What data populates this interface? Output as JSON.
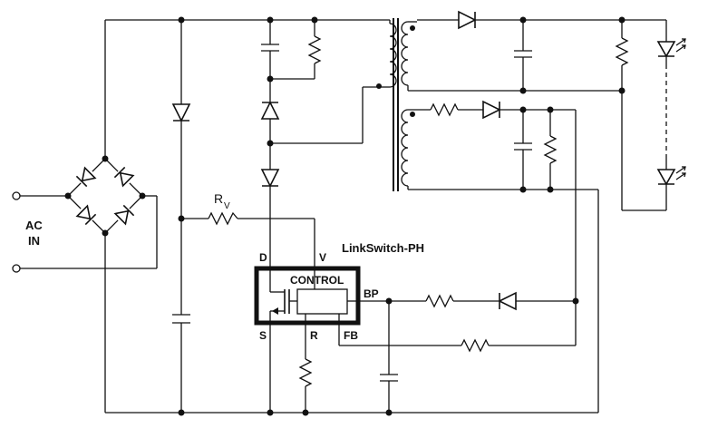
{
  "labels": {
    "ac_in_line1": "AC",
    "ac_in_line2": "IN",
    "rv_main": "R",
    "rv_sub": "V",
    "ic_name": "LinkSwitch-PH",
    "control": "CONTROL",
    "pin_d": "D",
    "pin_v": "V",
    "pin_s": "S",
    "pin_r": "R",
    "pin_fb": "FB",
    "pin_bp": "BP"
  }
}
